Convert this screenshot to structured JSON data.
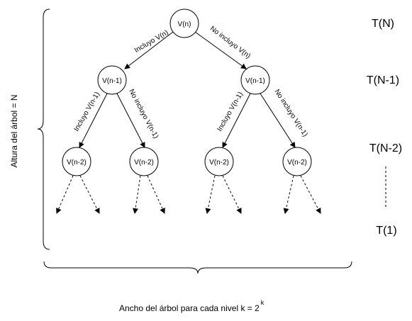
{
  "nodes": {
    "root": "V(n)",
    "l1_left": "V(n-1)",
    "l1_right": "V(n-1)",
    "l2_a": "V(n-2)",
    "l2_b": "V(n-2)",
    "l2_c": "V(n-2)",
    "l2_d": "V(n-2)"
  },
  "edges": {
    "root_left": "Incluyo V(n)",
    "root_right": "No incluyo V(n)",
    "left_include": "Incluyo V(n-1)",
    "left_exclude": "No incluyo V(n-1)",
    "right_include": "Incluyo V(n-1)",
    "right_exclude": "No incluyo V(n-1)"
  },
  "levels": {
    "level0": "T(N)",
    "level1": "T(N-1)",
    "level2": "T(N-2)",
    "last": "T(1)"
  },
  "height_label": "Altura del árbol = N",
  "width_label": {
    "text": "Ancho del árbol para cada nivel k = 2",
    "exponent": "k"
  },
  "colors": {
    "stroke": "#000000",
    "background": "#ffffff"
  }
}
